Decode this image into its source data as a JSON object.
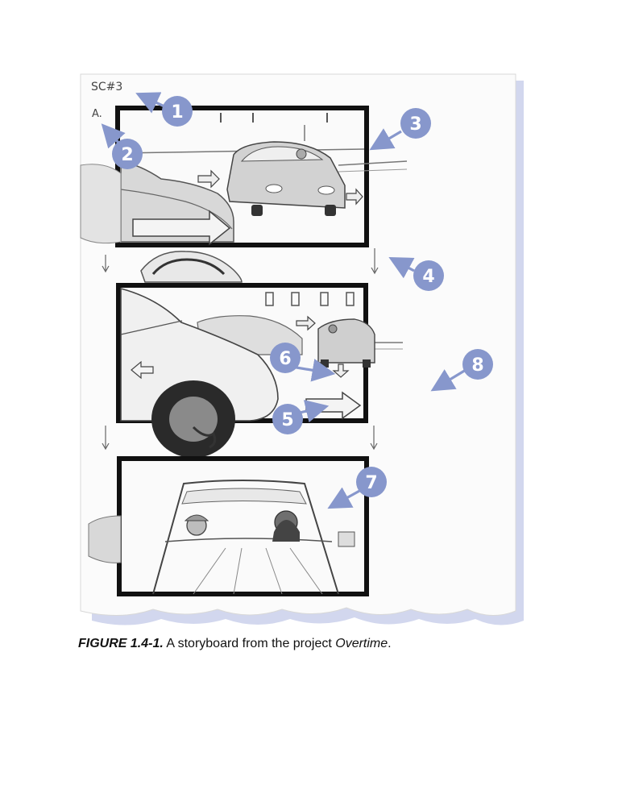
{
  "storyboard": {
    "scene_label": "SC#3",
    "shot_label": "A.",
    "callouts": [
      "1",
      "2",
      "3",
      "4",
      "5",
      "6",
      "7",
      "8"
    ],
    "colors": {
      "callout": "#8797cc",
      "frame": "#111111",
      "sheet_shadow": "#c7cdea",
      "sketch": "#555555"
    }
  },
  "caption": {
    "label": "FIGURE 1.4-1.",
    "text_before": " A storyboard from the project ",
    "project": "Overtime",
    "text_after": "."
  }
}
